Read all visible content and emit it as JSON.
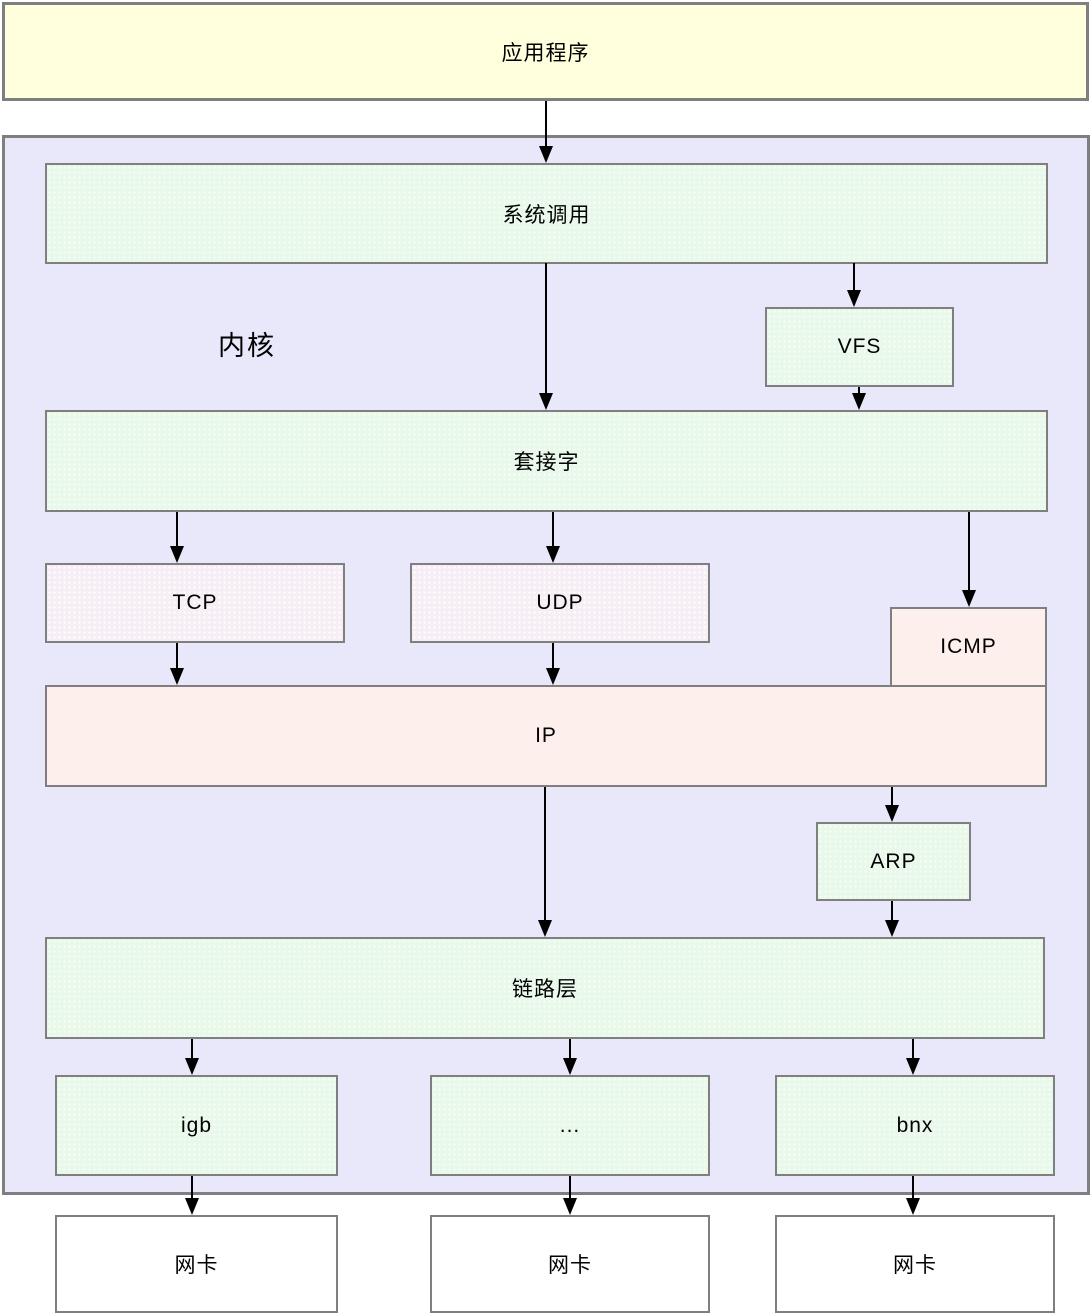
{
  "diagram": {
    "title_context": "Linux network stack layers",
    "application": {
      "label": "应用程序"
    },
    "kernel": {
      "label": "内核",
      "syscall": {
        "label": "系统调用"
      },
      "vfs": {
        "label": "VFS"
      },
      "socket": {
        "label": "套接字"
      },
      "tcp": {
        "label": "TCP"
      },
      "udp": {
        "label": "UDP"
      },
      "icmp": {
        "label": "ICMP"
      },
      "ip": {
        "label": "IP"
      },
      "arp": {
        "label": "ARP"
      },
      "link_layer": {
        "label": "链路层"
      },
      "drivers": [
        {
          "label": "igb"
        },
        {
          "label": "..."
        },
        {
          "label": "bnx"
        }
      ]
    },
    "nics": [
      {
        "label": "网卡"
      },
      {
        "label": "网卡"
      },
      {
        "label": "网卡"
      }
    ],
    "edges": [
      {
        "from": "application",
        "to": "syscall"
      },
      {
        "from": "syscall",
        "to": "socket"
      },
      {
        "from": "syscall",
        "to": "vfs"
      },
      {
        "from": "vfs",
        "to": "socket"
      },
      {
        "from": "socket",
        "to": "tcp"
      },
      {
        "from": "socket",
        "to": "udp"
      },
      {
        "from": "socket",
        "to": "icmp"
      },
      {
        "from": "tcp",
        "to": "ip"
      },
      {
        "from": "udp",
        "to": "ip"
      },
      {
        "from": "ip",
        "to": "link_layer"
      },
      {
        "from": "ip",
        "to": "arp"
      },
      {
        "from": "arp",
        "to": "link_layer"
      },
      {
        "from": "link_layer",
        "to": "igb"
      },
      {
        "from": "link_layer",
        "to": "..."
      },
      {
        "from": "link_layer",
        "to": "bnx"
      },
      {
        "from": "igb",
        "to": "nic-1"
      },
      {
        "from": "...",
        "to": "nic-2"
      },
      {
        "from": "bnx",
        "to": "nic-3"
      }
    ],
    "colors": {
      "application_fill": "#ffffde",
      "kernel_fill": "#e9e8fb",
      "layer_green_fill": "#e8f9ec",
      "transport_dotted_fill": "#f6eef4",
      "network_pink_fill": "#fdefeb",
      "nic_fill": "#ffffff",
      "border": "#7f7f7f",
      "arrow": "#000000",
      "text": "#000000"
    }
  }
}
